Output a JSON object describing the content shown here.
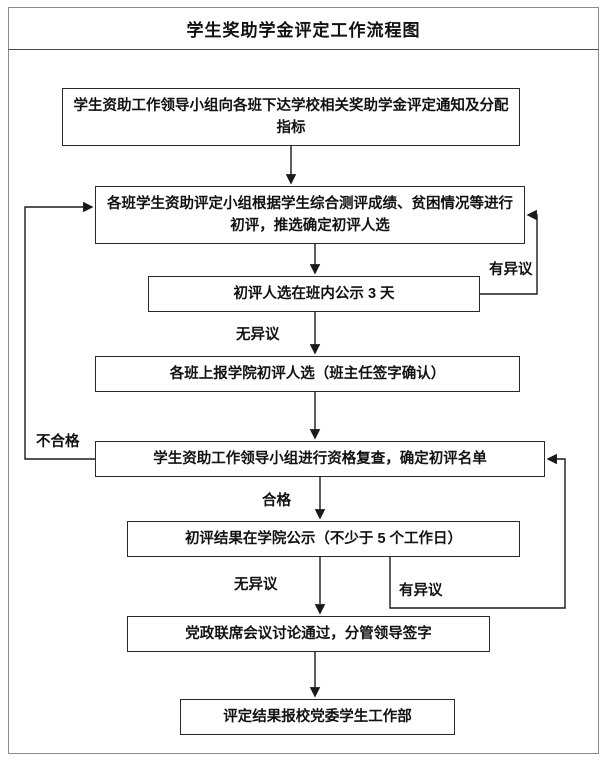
{
  "title": "学生奖助学金评定工作流程图",
  "nodes": {
    "notice": "学生资助工作领导小组向各班下达学校相关奖助学金评定通知及分配指标",
    "initial_review": "各班学生资助评定小组根据学生综合测评成绩、贫困情况等进行初评，推选确定初评人选",
    "class_publicity": "初评人选在班内公示 3 天",
    "report_to_college": "各班上报学院初评人选（班主任签字确认）",
    "qualification_check": "学生资助工作领导小组进行资格复查，确定初评名单",
    "college_publicity": "初评结果在学院公示（不少于 5 个工作日）",
    "joint_meeting": "党政联席会议讨论通过，分管领导签字",
    "final_report": "评定结果报校党委学生工作部"
  },
  "labels": {
    "objection_1": "有异议",
    "no_objection_1": "无异议",
    "unqualified": "不合格",
    "qualified": "合格",
    "no_objection_2": "无异议",
    "objection_2": "有异议"
  },
  "colors": {
    "line": "#1a1a1a",
    "border": "#2a2a2a",
    "text": "#111111",
    "background": "#ffffff"
  }
}
